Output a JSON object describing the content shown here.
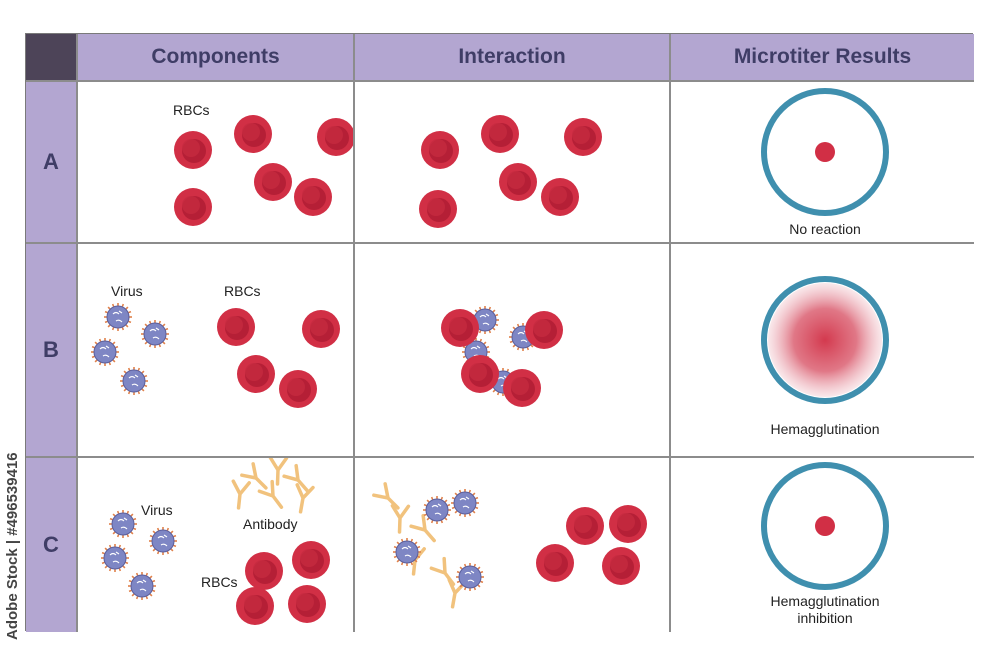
{
  "headers": {
    "components": "Components",
    "interaction": "Interaction",
    "microtiter": "Microtiter Results"
  },
  "rows": [
    {
      "label": "A",
      "components_labels": {
        "rbcs": "RBCs"
      },
      "result": "No reaction"
    },
    {
      "label": "B",
      "components_labels": {
        "virus": "Virus",
        "rbcs": "RBCs"
      },
      "result": "Hemagglutination"
    },
    {
      "label": "C",
      "components_labels": {
        "virus": "Virus",
        "antibody": "Antibody",
        "rbcs": "RBCs"
      },
      "result_line1": "Hemagglutination",
      "result_line2": "inhibition"
    }
  ],
  "credit": "Adobe Stock | #496539416",
  "colors": {
    "header_bg": "#b3a6d1",
    "header_text": "#3f3d66",
    "corner": "#4d4458",
    "rbc": "#d12f45",
    "virus": "#7e86c4",
    "antibody": "#f1c27d",
    "well_ring": "#3f8fae"
  }
}
